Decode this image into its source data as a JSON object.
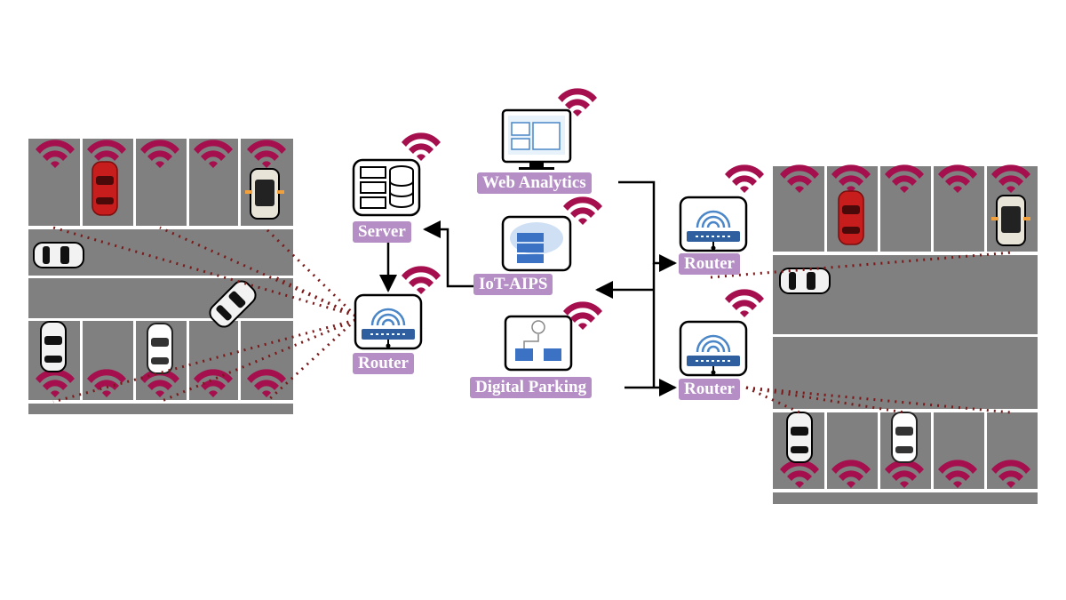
{
  "nodes": {
    "web_analytics": "Web Analytics",
    "server": "Server",
    "iot_aips": "IoT-AIPS",
    "digital_parking": "Digital Parking",
    "router_left": "Router",
    "router_right_top": "Router",
    "router_right_bottom": "Router"
  },
  "colors": {
    "label_bg": "#b48ec4",
    "wifi": "#a50f4d",
    "lot": "#808080",
    "line": "#ffffff",
    "beam": "#7a1a1a"
  },
  "icons": [
    "wifi-icon",
    "server-icon",
    "router-icon",
    "monitor-icon",
    "cloud-database-icon",
    "network-icon",
    "car-icon"
  ]
}
